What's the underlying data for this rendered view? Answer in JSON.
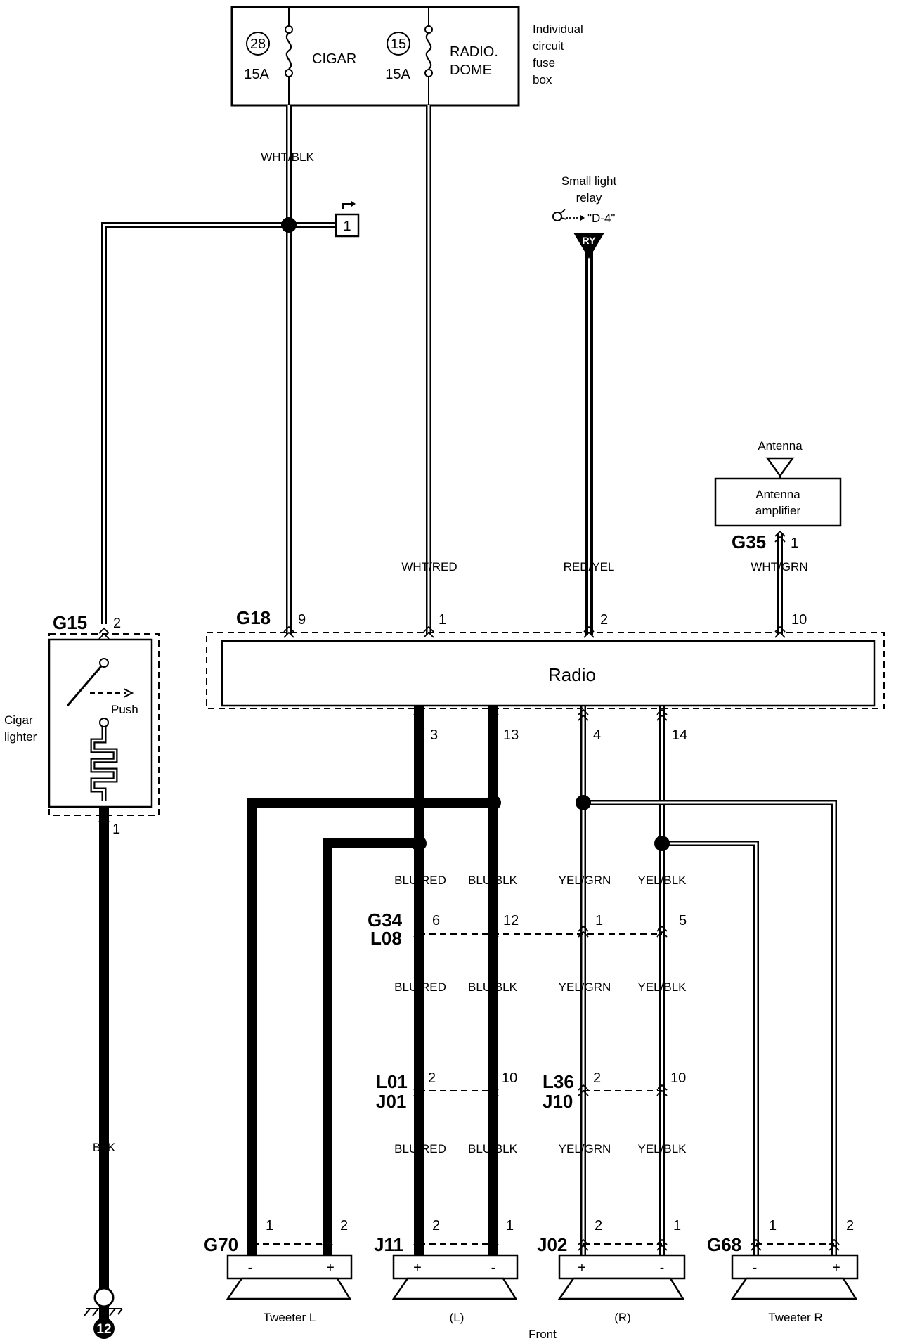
{
  "fuse_box": {
    "label": [
      "Individual",
      "circuit",
      "fuse",
      "box"
    ],
    "fuses": [
      {
        "number": "28",
        "rating": "15A",
        "name": [
          "CIGAR"
        ]
      },
      {
        "number": "15",
        "rating": "15A",
        "name": [
          "RADIO.",
          "DOME"
        ]
      }
    ]
  },
  "relay": {
    "label": [
      "Small light",
      "relay"
    ],
    "ref": "\"D-4\"",
    "code": "RY"
  },
  "jumper": {
    "number": "1"
  },
  "antenna": {
    "label": "Antenna",
    "amp_label": [
      "Antenna",
      "amplifier"
    ],
    "connector": "G35",
    "pin": "1"
  },
  "radio": {
    "label": "Radio",
    "connector": "G18",
    "pins_top": [
      "9",
      "1",
      "2",
      "10"
    ],
    "pins_bottom": [
      "3",
      "13",
      "4",
      "14"
    ]
  },
  "cigar_lighter": {
    "label": [
      "Cigar",
      "lighter"
    ],
    "connector": "G15",
    "pin_top": "2",
    "pin_bottom": "1",
    "push_label": "Push"
  },
  "ground": {
    "number": "12"
  },
  "wires": {
    "wht_blk": "WHT/BLK",
    "wht_red": "WHT/RED",
    "red_yel": "RED/YEL",
    "wht_grn": "WHT/GRN",
    "blk": "BLK",
    "blu_red": "BLU/RED",
    "blu_blk": "BLU/BLK",
    "yel_grn": "YEL/GRN",
    "yel_blk": "YEL/BLK"
  },
  "connectors": {
    "g34": "G34",
    "l08": "L08",
    "g34_pins": [
      "6",
      "12",
      "1",
      "5"
    ],
    "l01": "L01",
    "j01": "J01",
    "l01_pins": [
      "2",
      "10"
    ],
    "l36": "L36",
    "j10": "J10",
    "l36_pins": [
      "2",
      "10"
    ]
  },
  "speakers": [
    {
      "connector": "G70",
      "pins": [
        "1",
        "2"
      ],
      "terminals": [
        "-",
        "+"
      ],
      "label": "Tweeter L"
    },
    {
      "connector": "J11",
      "pins": [
        "2",
        "1"
      ],
      "terminals": [
        "+",
        "-"
      ],
      "label": "(L)"
    },
    {
      "connector": "J02",
      "pins": [
        "2",
        "1"
      ],
      "terminals": [
        "+",
        "-"
      ],
      "label": "(R)"
    },
    {
      "connector": "G68",
      "pins": [
        "1",
        "2"
      ],
      "terminals": [
        "-",
        "+"
      ],
      "label": "Tweeter R"
    }
  ],
  "front_label": "Front"
}
